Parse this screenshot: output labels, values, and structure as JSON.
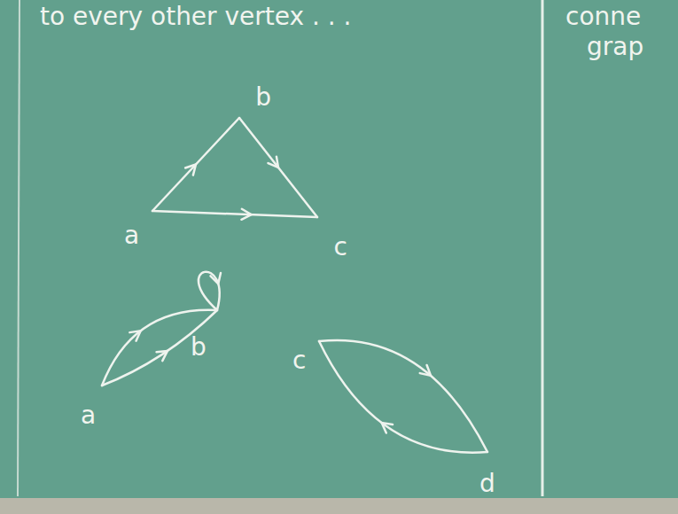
{
  "diagram": {
    "nodes": [
      {
        "text": [
          "a"
        ]
      },
      {
        "text": [
          "b"
        ]
      },
      {
        "text": [
          "c"
        ]
      },
      {
        "text": [
          "a"
        ]
      },
      {
        "text": [
          "b"
        ]
      },
      {
        "text": [
          "c"
        ]
      },
      {
        "text": [
          "d"
        ]
      }
    ],
    "edges": [
      {
        "from": 0,
        "to": 1,
        "arrow": "to"
      },
      {
        "from": 1,
        "to": 2,
        "arrow": "to"
      },
      {
        "from": 0,
        "to": 2,
        "arrow": "to"
      },
      {
        "from": 3,
        "to": 4,
        "arrow": "to"
      },
      {
        "from": 3,
        "to": 4,
        "arrow": "to"
      },
      {
        "from": 4,
        "to": 4,
        "arrow": "to"
      },
      {
        "from": 5,
        "to": 6,
        "arrow": "to"
      },
      {
        "from": 6,
        "to": 5,
        "arrow": "to"
      }
    ],
    "labels": [
      "to every other vertex . . .",
      "conne",
      "grap"
    ]
  }
}
